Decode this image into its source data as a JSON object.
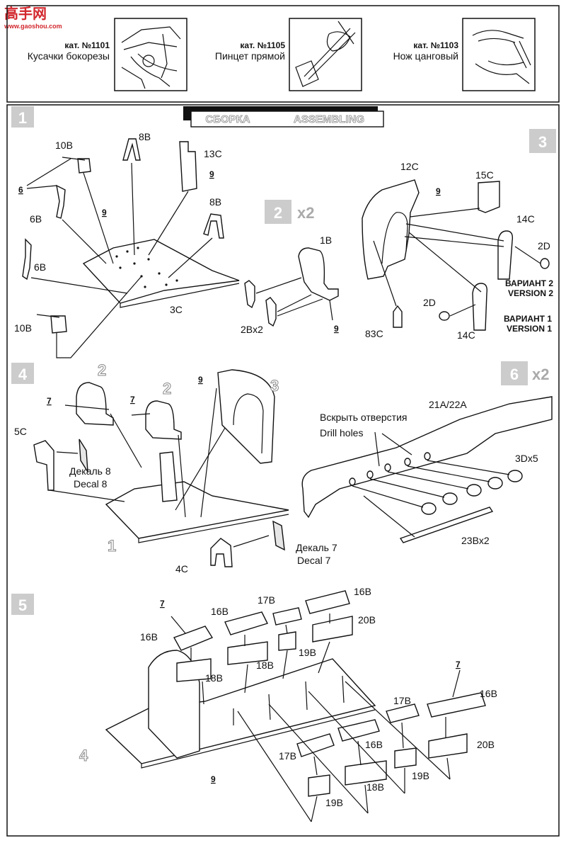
{
  "logo": {
    "text": "高手网",
    "url_text": "www.gaoshou.com"
  },
  "tools": [
    {
      "cat": "кат. №1101",
      "name": "Кусачки бокорезы",
      "icon": "side-cutters-icon"
    },
    {
      "cat": "кат. №1105",
      "name": "Пинцет прямой",
      "icon": "tweezers-icon"
    },
    {
      "cat": "кат. №1103",
      "name": "Нож цанговый",
      "icon": "knife-icon"
    }
  ],
  "banner": {
    "ru": "СБОРКА",
    "en": "ASSEMBLING"
  },
  "steps": {
    "s1": {
      "num": "1",
      "labels": {
        "p10b_top": "10B",
        "p8b_top": "8B",
        "p13c": "13C",
        "p6_a": "6",
        "p6b_a": "6B",
        "p9_a": "9",
        "p8b_b": "8B",
        "p6b_b": "6B",
        "p3c": "3C",
        "p10b_bot": "10B",
        "p9_b": "9"
      }
    },
    "s2": {
      "num": "2",
      "mult": "x2",
      "labels": {
        "p1b": "1B",
        "p2b": "2Bx2",
        "p9": "9"
      }
    },
    "s3": {
      "num": "3",
      "labels": {
        "p12c": "12C",
        "p9": "9",
        "p15c": "15C",
        "p14c_a": "14C",
        "p2d_a": "2D",
        "var2_ru": "ВАРИАНТ 2",
        "var2_en": "VERSION 2",
        "p2d_b": "2D",
        "var1_ru": "ВАРИАНТ 1",
        "var1_en": "VERSION 1",
        "p83c": "83C",
        "p14c_b": "14C"
      }
    },
    "s4": {
      "num": "4",
      "labels": {
        "ref2a": "2",
        "ref2b": "2",
        "ref3": "3",
        "p7a": "7",
        "p7b": "7",
        "p9": "9",
        "p5c": "5C",
        "decal8_ru": "Декаль 8",
        "decal8_en": "Decal 8",
        "ref1": "1",
        "p4c": "4C",
        "decal7_ru": "Декаль 7",
        "decal7_en": "Decal 7"
      }
    },
    "s6": {
      "num": "6",
      "mult": "x2",
      "labels": {
        "p21a": "21A/22A",
        "drill_ru": "Вскрыть отверстия",
        "drill_en": "Drill holes",
        "p3d": "3Dx5",
        "p23b": "23Bx2"
      }
    },
    "s5": {
      "num": "5",
      "labels": {
        "p7a": "7",
        "p16b_a": "16B",
        "p16b_b": "16B",
        "p17b_a": "17B",
        "p16b_c": "16B",
        "p20b_a": "20B",
        "p18b_a": "18B",
        "p18b_b": "18B",
        "p19b_a": "19B",
        "p7b": "7",
        "p16b_d": "16B",
        "p17b_b": "17B",
        "p20b_b": "20B",
        "p17b_c": "17B",
        "p16b_e": "16B",
        "p18b_c": "18B",
        "p19b_b": "19B",
        "p19b_c": "19B",
        "p9": "9",
        "ref4": "4"
      }
    }
  }
}
